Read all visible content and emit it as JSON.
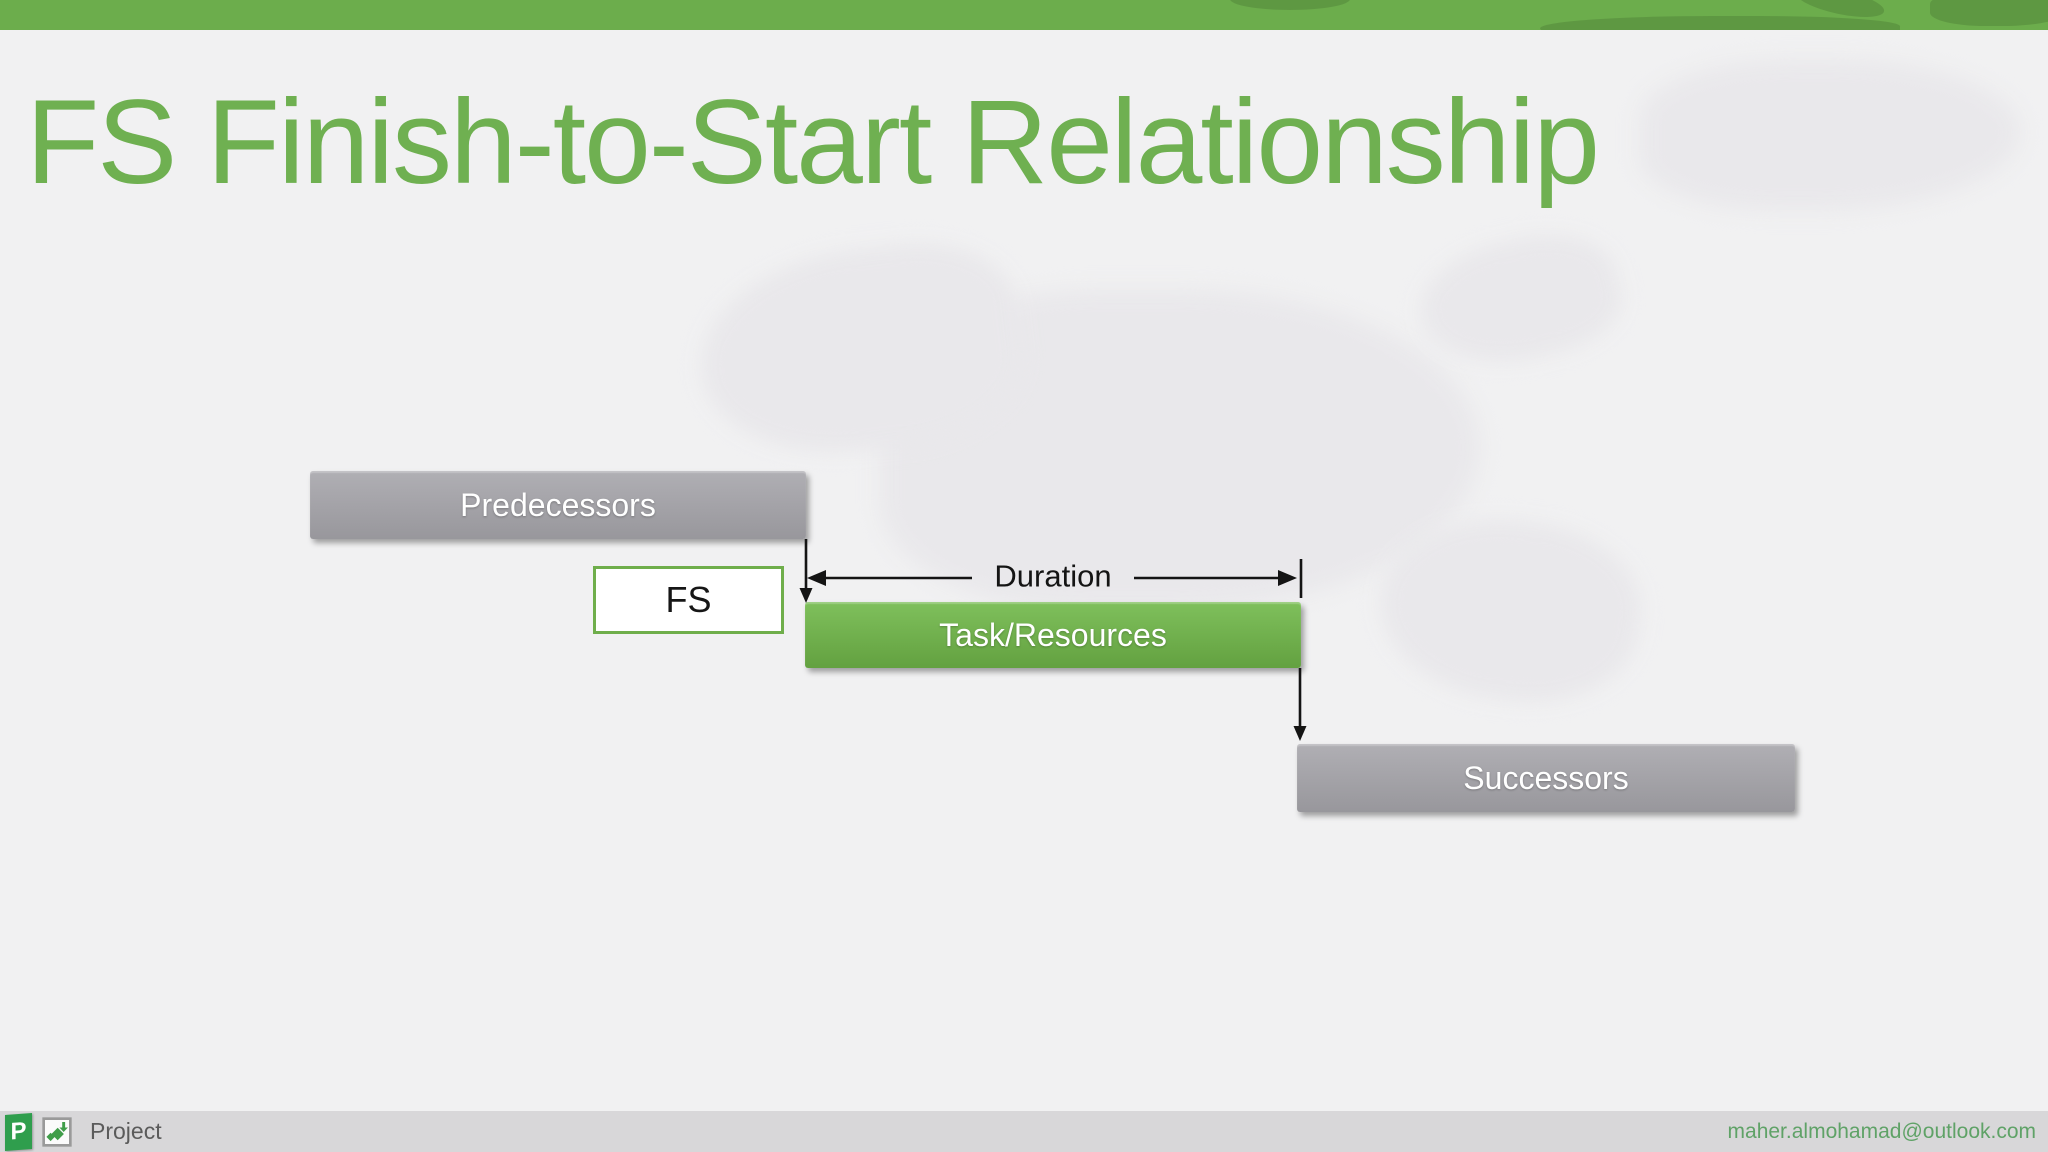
{
  "slide": {
    "title": "FS Finish-to-Start Relationship"
  },
  "diagram": {
    "predecessors": {
      "label": "Predecessors"
    },
    "relationship": {
      "label": "FS"
    },
    "duration": {
      "label": "Duration"
    },
    "task": {
      "label": "Task/Resources"
    },
    "successors": {
      "label": "Successors"
    }
  },
  "footer": {
    "logo_letter": "P",
    "brand": "Project",
    "email": "maher.almohamad@outlook.com"
  },
  "colors": {
    "background": "#f1f1f2",
    "accent_green": "#6cad4c",
    "title_green": "#6fb051",
    "task_green_light": "#7fc05c",
    "task_green_dark": "#63a140",
    "bar_gray_light": "#b0afb4",
    "bar_gray_dark": "#98979c",
    "fs_border_green": "#6fae4b",
    "line_black": "#141414",
    "footer_bg": "#d8d7d9",
    "footer_text": "#5b5b5b",
    "email_green": "#5fa267",
    "logo_green": "#2f9e4d"
  }
}
